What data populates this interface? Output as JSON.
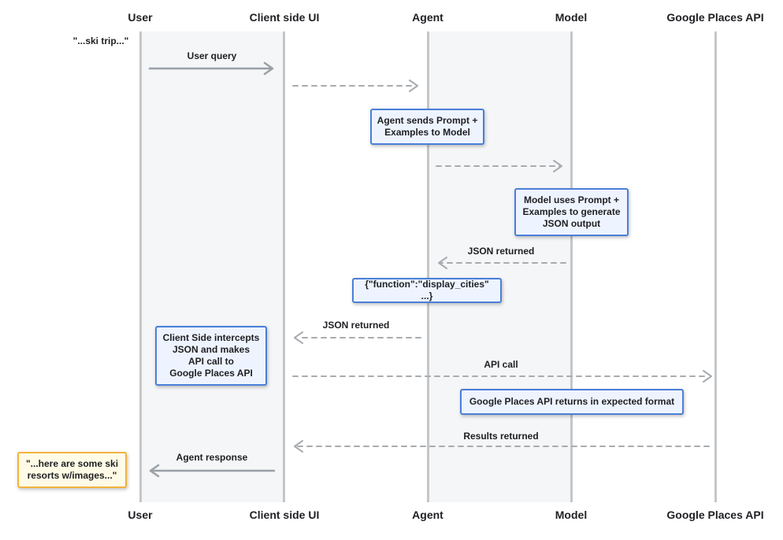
{
  "participants": [
    "User",
    "Client side UI",
    "Agent",
    "Model",
    "Google Places API"
  ],
  "user_quote": "\"...ski trip...\"",
  "messages": {
    "user_query": "User query",
    "json_returned_1": "JSON returned",
    "json_returned_2": "JSON returned",
    "api_call": "API call",
    "results_returned": "Results returned",
    "agent_response": "Agent response"
  },
  "notes": {
    "agent_prompt": [
      "Agent sends Prompt +",
      "Examples to Model"
    ],
    "model_output": [
      "Model uses Prompt +",
      "Examples to generate",
      "JSON output"
    ],
    "function_json": [
      "{\"function\":\"display_cities\" ...}"
    ],
    "client_intercepts": [
      "Client Side intercepts",
      "JSON and makes",
      "API call to",
      "Google Places API"
    ],
    "places_format": [
      "Google Places API returns in expected format"
    ],
    "user_result": [
      "\"...here are some ski",
      "resorts w/images...\""
    ]
  },
  "colors": {
    "lifeline": "#c4c7ca",
    "solid_arrow": "#9aa0a6",
    "dashed_arrow": "#a8abaf",
    "note_border_blue": "#4a7fd8",
    "note_border_yellow": "#f2b33d"
  }
}
